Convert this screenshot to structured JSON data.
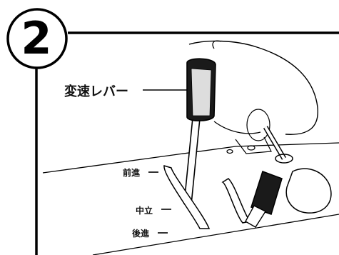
{
  "step": {
    "number": "2"
  },
  "callout": {
    "label": "変速レバー"
  },
  "gear_positions": {
    "forward": "前進",
    "neutral": "中立",
    "reverse": "後進"
  },
  "colors": {
    "line": "#000000",
    "background": "#ffffff",
    "shade": "#222222"
  }
}
